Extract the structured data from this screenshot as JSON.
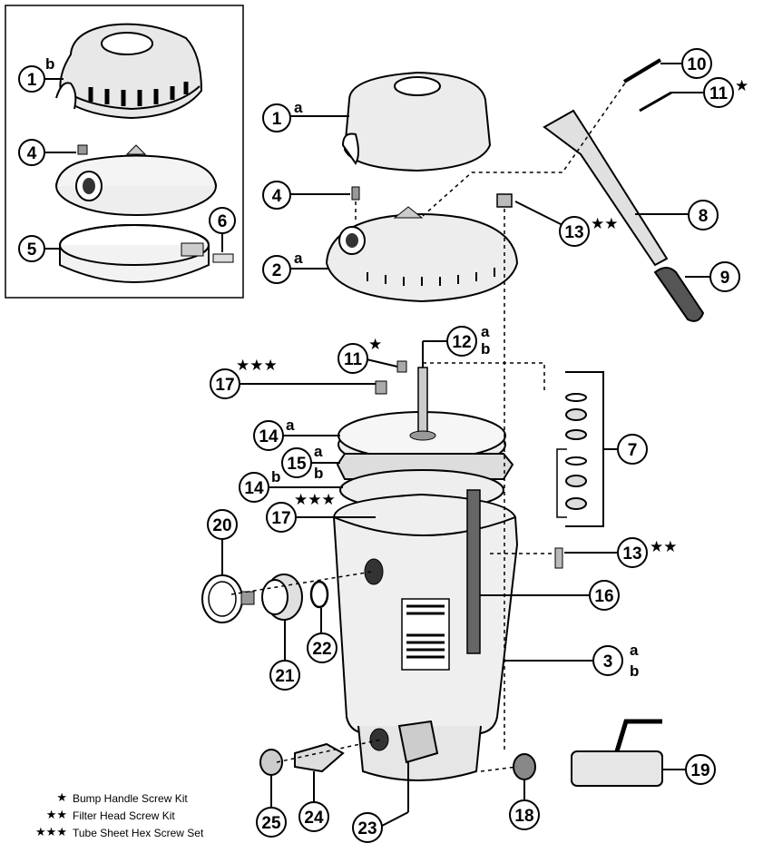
{
  "callouts": {
    "inset_1": {
      "num": "1",
      "letter": "b"
    },
    "inset_4": {
      "num": "4"
    },
    "inset_5": {
      "num": "5"
    },
    "inset_6": {
      "num": "6"
    },
    "c1": {
      "num": "1",
      "letter": "a"
    },
    "c2": {
      "num": "2",
      "letter": "a"
    },
    "c3": {
      "num": "3",
      "letter1": "a",
      "letter2": "b"
    },
    "c4": {
      "num": "4"
    },
    "c7": {
      "num": "7"
    },
    "c8": {
      "num": "8"
    },
    "c9": {
      "num": "9"
    },
    "c10": {
      "num": "10"
    },
    "c11_top": {
      "num": "11",
      "stars": "★"
    },
    "c11_mid": {
      "num": "11",
      "stars": "★"
    },
    "c12": {
      "num": "12",
      "letter1": "a",
      "letter2": "b"
    },
    "c13_top": {
      "num": "13",
      "stars": "★★"
    },
    "c13_bot": {
      "num": "13",
      "stars": "★★"
    },
    "c14a": {
      "num": "14",
      "letter": "a"
    },
    "c14b": {
      "num": "14",
      "letter": "b"
    },
    "c15": {
      "num": "15",
      "letter1": "a",
      "letter2": "b"
    },
    "c16": {
      "num": "16"
    },
    "c17_top": {
      "num": "17",
      "stars": "★★★"
    },
    "c17_bot": {
      "num": "17",
      "stars": "★★★"
    },
    "c18": {
      "num": "18"
    },
    "c19": {
      "num": "19"
    },
    "c20": {
      "num": "20"
    },
    "c21": {
      "num": "21"
    },
    "c22": {
      "num": "22"
    },
    "c23": {
      "num": "23"
    },
    "c24": {
      "num": "24"
    },
    "c25": {
      "num": "25"
    }
  },
  "legend": [
    {
      "stars": "★",
      "label": "Bump Handle Screw Kit"
    },
    {
      "stars": "★★",
      "label": "Filter Head Screw Kit"
    },
    {
      "stars": "★★★",
      "label": "Tube Sheet Hex Screw Set"
    }
  ]
}
